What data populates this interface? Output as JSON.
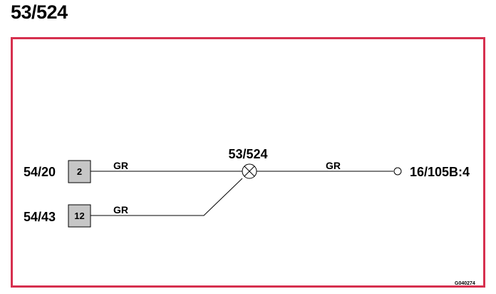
{
  "title": "53/524",
  "diagram": {
    "connectors": [
      {
        "id": "54/20",
        "pin": "2",
        "wire_color": "GR"
      },
      {
        "id": "54/43",
        "pin": "12",
        "wire_color": "GR"
      }
    ],
    "splice": {
      "id": "53/524"
    },
    "output": {
      "id": "16/105B:4",
      "wire_color": "GR"
    },
    "drawing_code": "G040274",
    "frame_color": "#d6304e",
    "box_color": "#c6c6c6"
  }
}
